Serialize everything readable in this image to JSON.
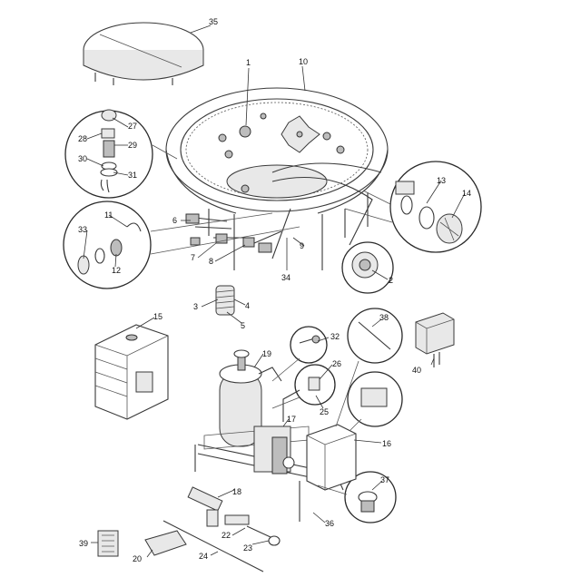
{
  "diagram": {
    "part_labels": [
      "1",
      "2",
      "3",
      "4",
      "5",
      "6",
      "7",
      "8",
      "9",
      "10",
      "11",
      "12",
      "13",
      "14",
      "15",
      "16",
      "17",
      "18",
      "19",
      "20",
      "22",
      "23",
      "24",
      "25",
      "26",
      "27",
      "28",
      "29",
      "30",
      "31",
      "32",
      "33",
      "34",
      "35",
      "36",
      "37",
      "38",
      "39",
      "40"
    ]
  },
  "colors": {
    "line": "#3a3a3a",
    "background": "#ffffff"
  }
}
